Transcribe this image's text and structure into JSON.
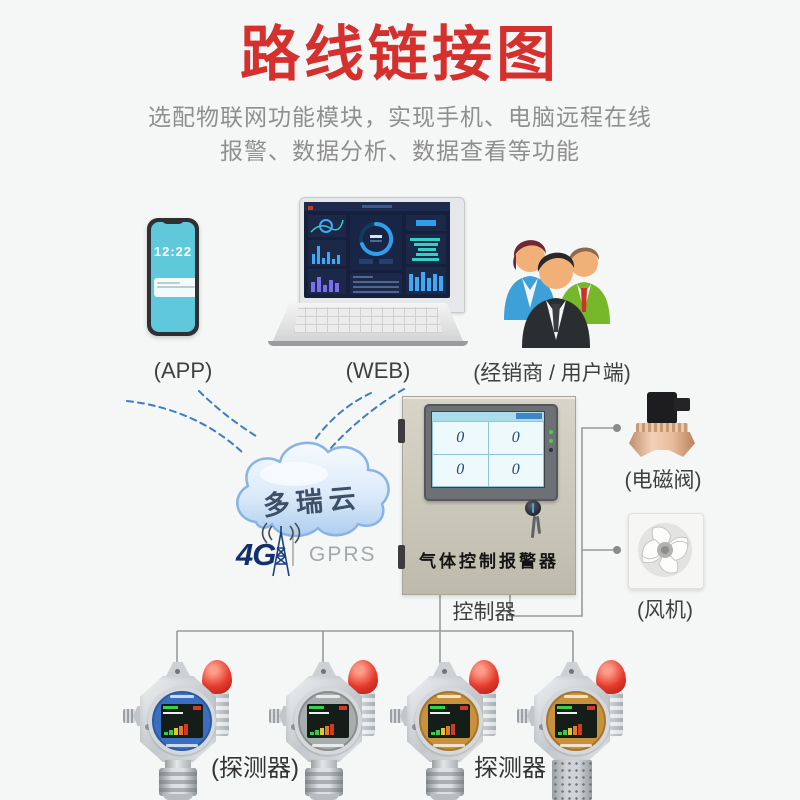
{
  "title": {
    "text": "路线链接图"
  },
  "subtitle": {
    "line1": "选配物联网功能模块，实现手机、电脑远程在线",
    "line2": "报警、数据分析、数据查看等功能"
  },
  "phone": {
    "time": "12:22",
    "label": "(APP)"
  },
  "laptop": {
    "label": "(WEB)"
  },
  "users": {
    "label": "(经销商 / 用户端)"
  },
  "cloud": {
    "name": "多瑞云",
    "badge_4g": "4G",
    "badge_gprs": "GPRS"
  },
  "controller": {
    "screen_values": [
      "0",
      "0",
      "0",
      "0"
    ],
    "panel_text": "气体控制报警器",
    "label": "控制器"
  },
  "valve": {
    "label": "(电磁阀)"
  },
  "fan": {
    "label": "(风机)"
  },
  "detectors": {
    "label_left": "(探测器)",
    "label_right": "探测器"
  },
  "colors": {
    "title_red": "#d4302d",
    "dashed_blue": "#3d7ec0",
    "wire_gray": "#9a9a9a",
    "phone_screen_teal": "#5fc9db",
    "cloud_stroke_blue": "#88b4e4",
    "beacon_red": "#e53a2c",
    "box_beige": "#cdcaba"
  }
}
